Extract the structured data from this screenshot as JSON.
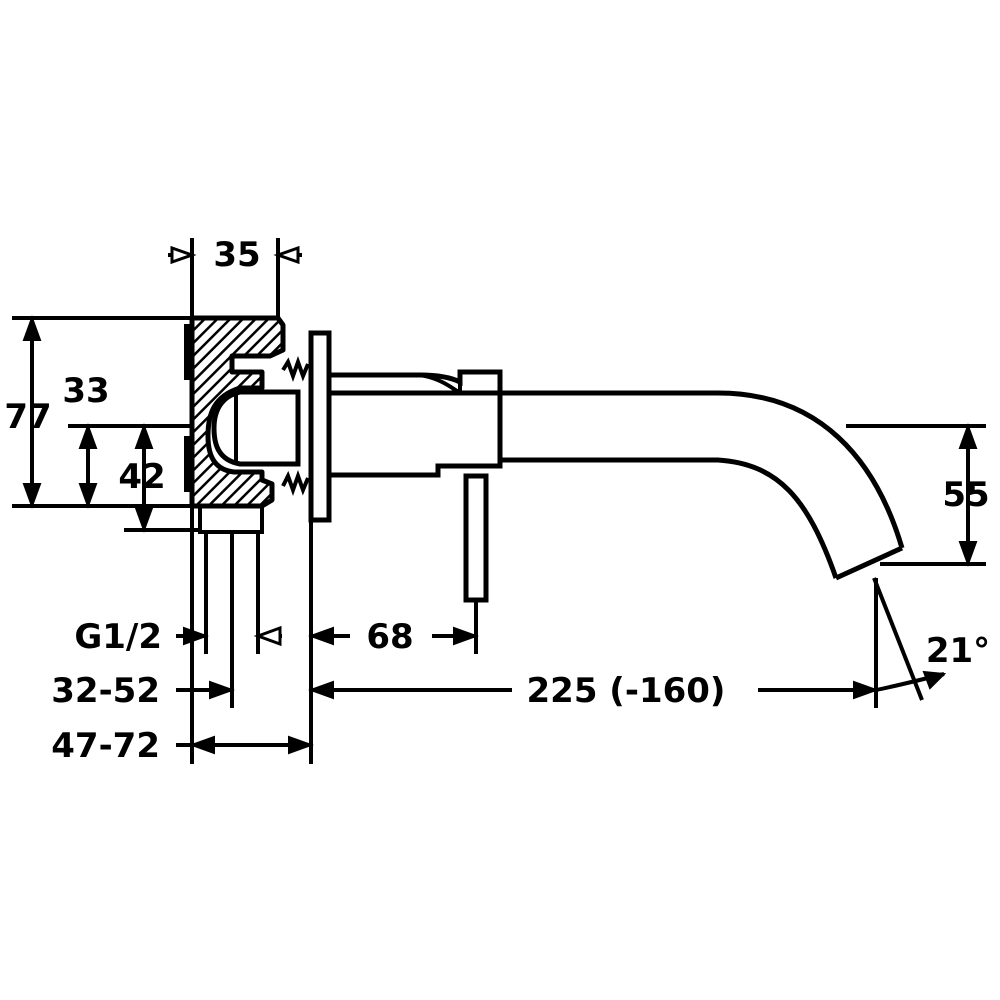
{
  "dimensions": {
    "depth_body": "35",
    "height_total": "77",
    "height_center": "33",
    "height_lower": "42",
    "spout_drop": "55",
    "thread": "G1/2",
    "lever_offset": "68",
    "wall_range_1": "32-52",
    "spout_length": "225 (-160)",
    "wall_range_2": "47-72",
    "spout_angle": "21°"
  },
  "colors": {
    "line": "#000000",
    "background": "#ffffff"
  }
}
